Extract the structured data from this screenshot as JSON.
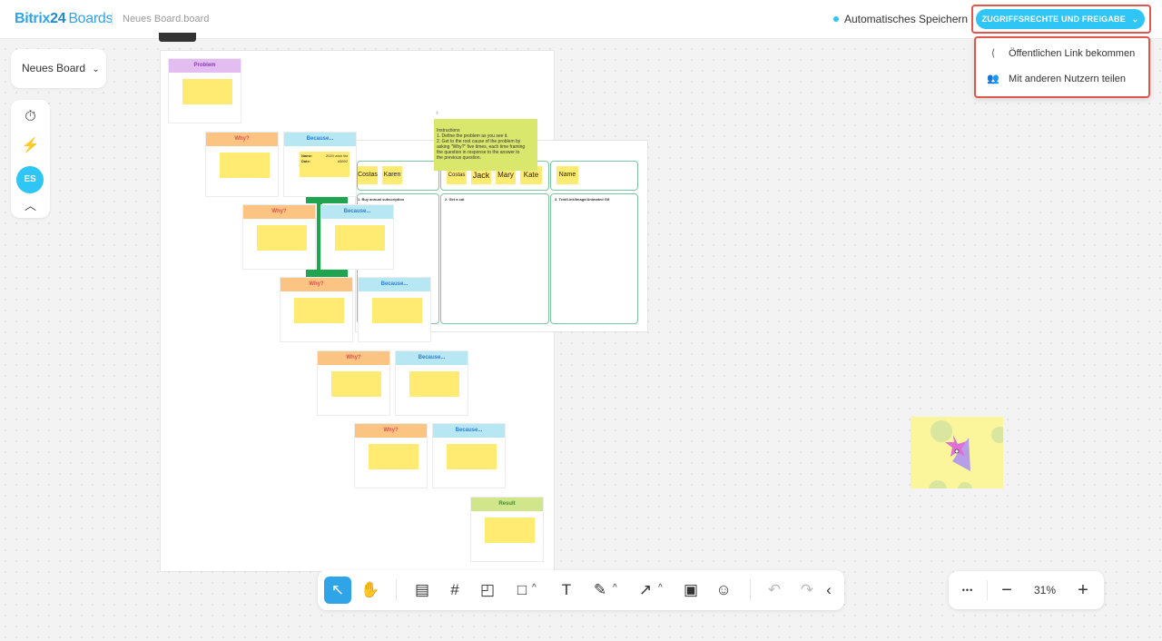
{
  "header": {
    "logo_brand": "Bitrix",
    "logo_num": "24",
    "logo_product": "Boards",
    "filename": "Neues Board.board",
    "autosave_label": "Automatisches Speichern",
    "access_button": "ZUGRIFFSRECHTE UND FREIGABE"
  },
  "share_menu": {
    "items": [
      {
        "label": "Öffentlichen Link bekommen",
        "icon": "share-icon"
      },
      {
        "label": "Mit anderen Nutzern teilen",
        "icon": "add-user-icon"
      }
    ]
  },
  "sidebar": {
    "board_name": "Neues Board",
    "avatar_initials": "ES",
    "tools": [
      "timer-icon",
      "magic-icon",
      "avatar",
      "collapse-icon"
    ]
  },
  "canvas": {
    "problem_label": "Problem",
    "why_label": "Why?",
    "because_label": "Because...",
    "result_label": "Result",
    "table": {
      "name_header": "Name",
      "names_col1": [
        "Costas",
        "Karen"
      ],
      "names_col2": [
        "Costas",
        "Jack",
        "Mary",
        "Kate"
      ],
      "name_col3": "Name",
      "col1_title": "1. Buy annual subscription",
      "col2_title": "2. Get a cat",
      "col3_title": "3. Text/Link/Image/Animated Gif"
    },
    "note_name_label": "Name:",
    "note_name_value": "2020 wish list",
    "note_date_label": "Date:",
    "note_date_value": "#5692",
    "instructions": [
      "Instructions",
      "1. Define the problem as you see it.",
      "2. Get to the root cause of the problem by",
      "asking \"Why?\" five times, each time framing",
      "the question in response to the answer to",
      "the previous question."
    ]
  },
  "toolbar": {
    "tools": [
      {
        "name": "select-tool",
        "glyph": "↖",
        "active": true
      },
      {
        "name": "hand-tool",
        "glyph": "✋"
      },
      {
        "name": "template-tool",
        "glyph": "▤"
      },
      {
        "name": "frame-tool",
        "glyph": "#"
      },
      {
        "name": "sticky-note-tool",
        "glyph": "◰"
      },
      {
        "name": "shape-tool",
        "glyph": "□"
      },
      {
        "name": "text-tool",
        "glyph": "T"
      },
      {
        "name": "pen-tool",
        "glyph": "✎"
      },
      {
        "name": "arrow-tool",
        "glyph": "↗"
      },
      {
        "name": "image-tool",
        "glyph": "▣"
      },
      {
        "name": "emoji-tool",
        "glyph": "☺"
      },
      {
        "name": "undo-button",
        "glyph": "↶"
      },
      {
        "name": "redo-button",
        "glyph": "↷"
      },
      {
        "name": "collapse-toolbar-button",
        "glyph": "‹"
      }
    ]
  },
  "zoom": {
    "more_glyph": "•••",
    "minus_glyph": "−",
    "level": "31%",
    "plus_glyph": "+"
  },
  "colors": {
    "accent": "#2fc6f6",
    "highlight_border": "#e0554c",
    "sticky": "#ffeb72"
  }
}
